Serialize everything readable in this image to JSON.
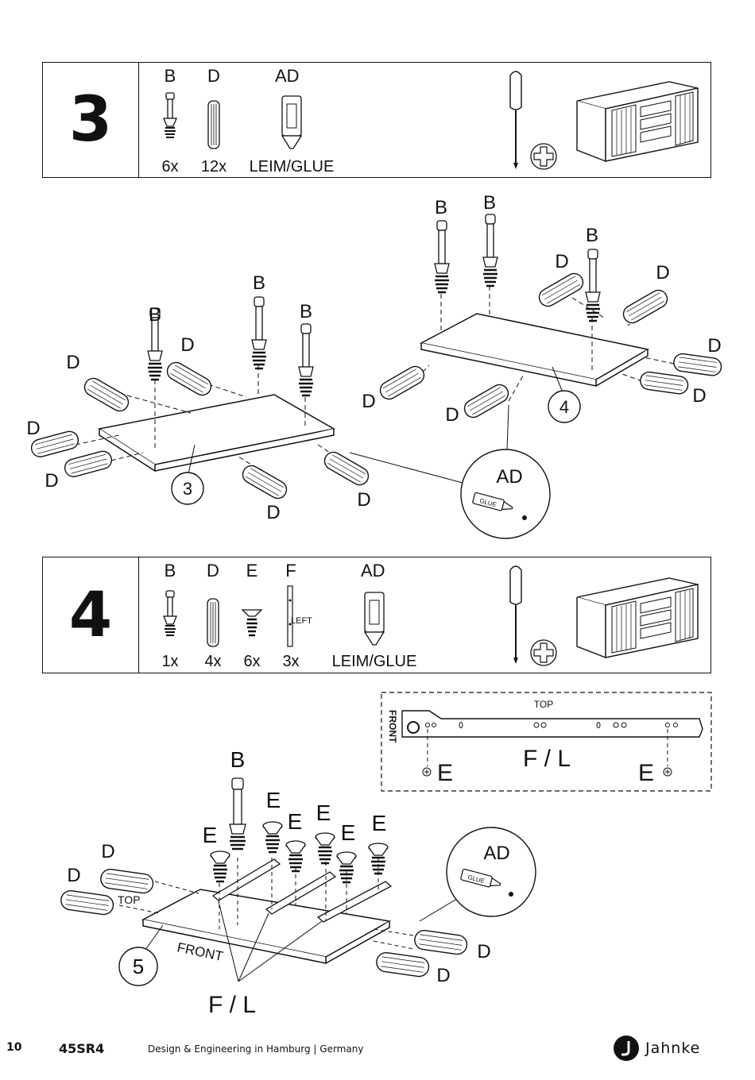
{
  "step3": {
    "number": "3",
    "parts": [
      {
        "letter": "B",
        "qty": "6x",
        "icon": "cam-bolt-icon"
      },
      {
        "letter": "D",
        "qty": "12x",
        "icon": "dowel-icon"
      },
      {
        "letter": "AD",
        "qty": "LEIM/GLUE",
        "icon": "glue-tube-icon"
      }
    ],
    "tools": [
      "screwdriver-icon",
      "phillips-head-icon"
    ],
    "diagram_labels": {
      "B": "B",
      "D": "D",
      "panel_3": "3",
      "panel_4": "4",
      "AD": "AD",
      "glue": "GLUE"
    }
  },
  "step4": {
    "number": "4",
    "parts": [
      {
        "letter": "B",
        "qty": "1x",
        "icon": "cam-bolt-icon"
      },
      {
        "letter": "D",
        "qty": "4x",
        "icon": "dowel-icon"
      },
      {
        "letter": "E",
        "qty": "6x",
        "icon": "screw-icon"
      },
      {
        "letter": "F",
        "qty": "3x",
        "icon": "drawer-runner-icon",
        "note": "LEFT"
      },
      {
        "letter": "AD",
        "qty": "LEIM/GLUE",
        "icon": "glue-tube-icon"
      }
    ],
    "tools": [
      "screwdriver-icon",
      "phillips-head-icon"
    ],
    "detail": {
      "top": "TOP",
      "front": "FRONT",
      "label": "F / L",
      "screw": "E"
    },
    "diagram_labels": {
      "B": "B",
      "D": "D",
      "E": "E",
      "top": "TOP",
      "front": "FRONT",
      "panel_5": "5",
      "fl": "F / L",
      "AD": "AD",
      "glue": "GLUE"
    }
  },
  "footer": {
    "page": "10",
    "model": "45SR4",
    "tagline": "Design & Engineering in Hamburg | Germany",
    "brand": "Jahnke"
  }
}
